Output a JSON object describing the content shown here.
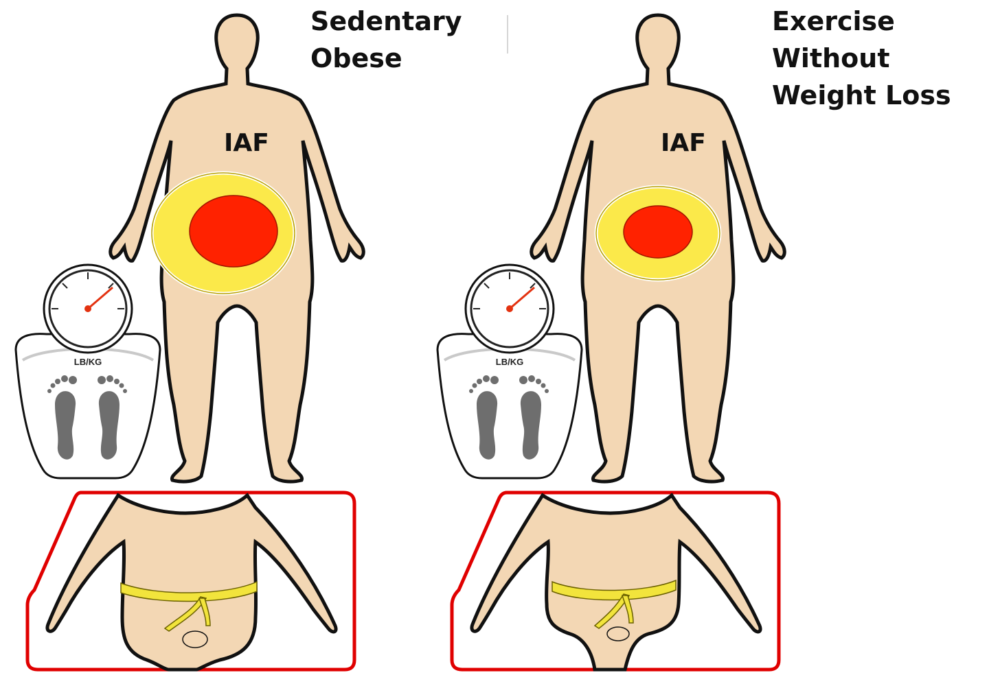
{
  "panels": [
    {
      "title": "Sedentary\nObese",
      "fat_label": "IAF",
      "scale_unit": "LB/KG"
    },
    {
      "title": "Exercise Without\nWeight Loss",
      "fat_label": "IAF",
      "scale_unit": "LB/KG"
    }
  ],
  "colors": {
    "skin": "#f3d7b4",
    "outline": "#111111",
    "subcutaneous_fat": "#fbe94a",
    "visceral_fat": "#ff2200",
    "inset_border": "#e00000",
    "tape_measure": "#f2e43c",
    "scale_needle": "#e33210"
  },
  "icons": [
    "scale-icon",
    "footprint-icon",
    "tape-measure-icon"
  ]
}
